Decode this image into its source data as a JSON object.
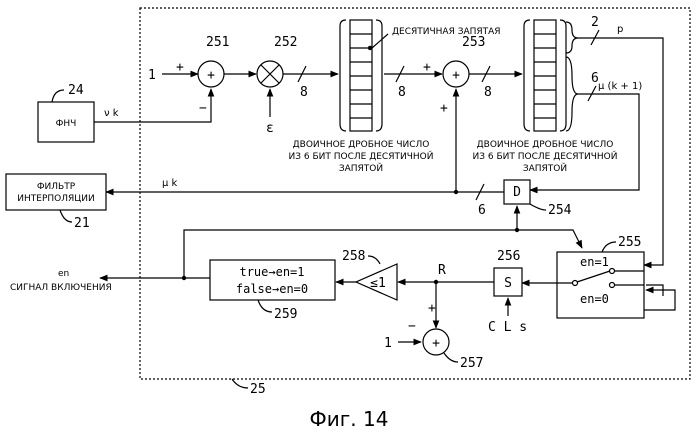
{
  "blocks": {
    "lpf": {
      "label": "ФНЧ",
      "ref": "24"
    },
    "interp": {
      "line1": "ФИЛЬТР",
      "line2": "ИНТЕРПОЛЯЦИИ",
      "ref": "21"
    },
    "system_ref": "25",
    "adder251": {
      "ref": "251",
      "symbol": "+",
      "in_plus": "+",
      "in_minus": "−"
    },
    "mult252": {
      "ref": "252",
      "input": "ε"
    },
    "adder253": {
      "ref": "253",
      "symbol": "+",
      "in_plus": "+",
      "in_plus2": "+"
    },
    "delay254": {
      "label": "D",
      "ref": "254"
    },
    "switch255": {
      "ref": "255",
      "pos1": "en=1",
      "pos0": "en=0"
    },
    "sample256": {
      "label": "S",
      "ref": "256",
      "input": "C L s"
    },
    "adder257": {
      "ref": "257",
      "symbol": "+",
      "in_plus": "+",
      "in_minus": "−",
      "input": "1"
    },
    "comp258": {
      "ref": "258",
      "label": "≤1"
    },
    "logic259": {
      "line1": "true→en=1",
      "line2": "false→en=0",
      "ref": "259"
    }
  },
  "signals": {
    "input_one": "1",
    "nu_k": "ν k",
    "mu_k": "μ k",
    "mu_k1": "μ (k + 1)",
    "p": "p",
    "R": "R",
    "en_line1": "en",
    "en_line2": "СИГНАЛ ВКЛЮЧЕНИЯ"
  },
  "bus_widths": {
    "w8a": "8",
    "w8b": "8",
    "w8c": "8",
    "w2": "2",
    "w6a": "6",
    "w6b": "6"
  },
  "annotations": {
    "decimal_point": "ДЕСЯТИЧНАЯ ЗАПЯТАЯ",
    "reg1": [
      "ДВОИЧНОЕ ДРОБНОЕ ЧИСЛО",
      "ИЗ 6 БИТ ПОСЛЕ ДЕСЯТИЧНОЙ",
      "ЗАПЯТОЙ"
    ],
    "reg2": [
      "ДВОИЧНОЕ ДРОБНОЕ ЧИСЛО",
      "ИЗ 6 БИТ ПОСЛЕ ДЕСЯТИЧНОЙ",
      "ЗАПЯТОЙ"
    ]
  },
  "caption": "Фиг. 14"
}
